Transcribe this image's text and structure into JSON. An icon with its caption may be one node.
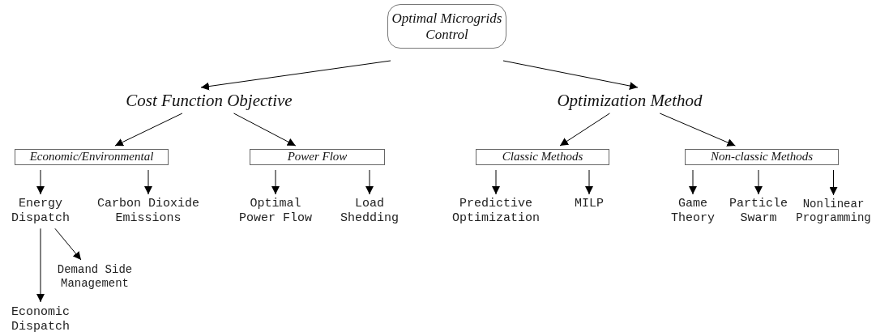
{
  "diagram": {
    "nodes": [
      {
        "text": [
          "Optimal Microgrids Control"
        ]
      },
      {
        "text": [
          "Cost Function Objective"
        ]
      },
      {
        "text": [
          "Optimization Method"
        ]
      },
      {
        "text": [
          "Economic/Environmental"
        ]
      },
      {
        "text": [
          "Power Flow"
        ]
      },
      {
        "text": [
          "Classic Methods"
        ]
      },
      {
        "text": [
          "Non-classic Methods"
        ]
      },
      {
        "text": [
          "Energy Dispatch"
        ]
      },
      {
        "text": [
          "Carbon Dioxide Emissions"
        ]
      },
      {
        "text": [
          "Optimal Power Flow"
        ]
      },
      {
        "text": [
          "Load Shedding"
        ]
      },
      {
        "text": [
          "Predictive Optimization"
        ]
      },
      {
        "text": [
          "MILP"
        ]
      },
      {
        "text": [
          "Game Theory"
        ]
      },
      {
        "text": [
          "Particle Swarm"
        ]
      },
      {
        "text": [
          "Nonlinear Programming"
        ]
      },
      {
        "text": [
          "Demand Side Management"
        ]
      },
      {
        "text": [
          "Economic Dispatch"
        ]
      }
    ],
    "edges": [
      {
        "from": 0,
        "to": 1,
        "arrow": "to"
      },
      {
        "from": 0,
        "to": 2,
        "arrow": "to"
      },
      {
        "from": 1,
        "to": 3,
        "arrow": "to"
      },
      {
        "from": 1,
        "to": 4,
        "arrow": "to"
      },
      {
        "from": 2,
        "to": 5,
        "arrow": "to"
      },
      {
        "from": 2,
        "to": 6,
        "arrow": "to"
      },
      {
        "from": 3,
        "to": 7,
        "arrow": "to"
      },
      {
        "from": 3,
        "to": 8,
        "arrow": "to"
      },
      {
        "from": 4,
        "to": 9,
        "arrow": "to"
      },
      {
        "from": 4,
        "to": 10,
        "arrow": "to"
      },
      {
        "from": 5,
        "to": 11,
        "arrow": "to"
      },
      {
        "from": 5,
        "to": 12,
        "arrow": "to"
      },
      {
        "from": 6,
        "to": 13,
        "arrow": "to"
      },
      {
        "from": 6,
        "to": 14,
        "arrow": "to"
      },
      {
        "from": 6,
        "to": 15,
        "arrow": "to"
      },
      {
        "from": 7,
        "to": 16,
        "arrow": "to"
      },
      {
        "from": 7,
        "to": 17,
        "arrow": "to"
      }
    ]
  }
}
